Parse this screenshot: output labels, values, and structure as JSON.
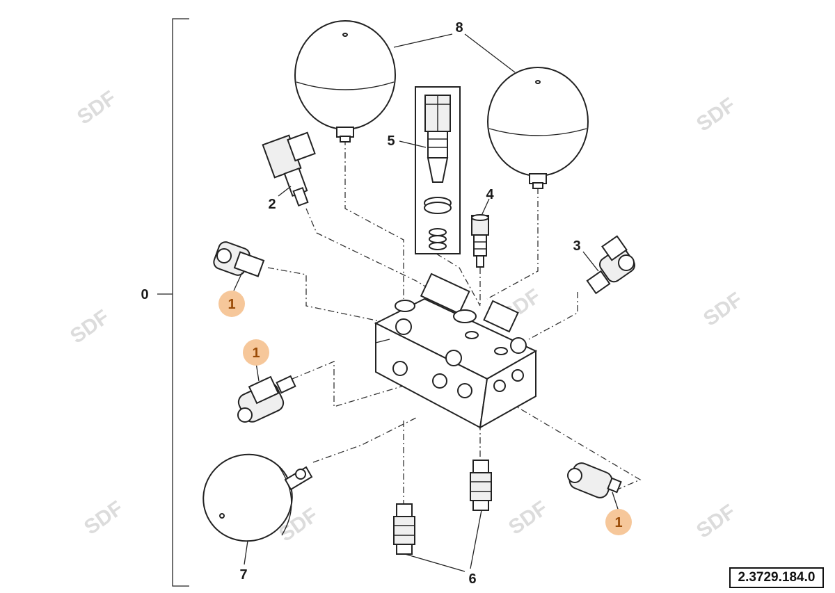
{
  "callouts": {
    "c0": "0",
    "c1a": "1",
    "c1b": "1",
    "c1c": "1",
    "c2": "2",
    "c3": "3",
    "c4": "4",
    "c5": "5",
    "c6": "6",
    "c7": "7",
    "c8": "8"
  },
  "reference_code": "2.3729.184.0",
  "watermark": "SDF",
  "colors": {
    "highlight": "#f6c79a",
    "line": "#222222",
    "watermark": "#dcdcdc"
  }
}
